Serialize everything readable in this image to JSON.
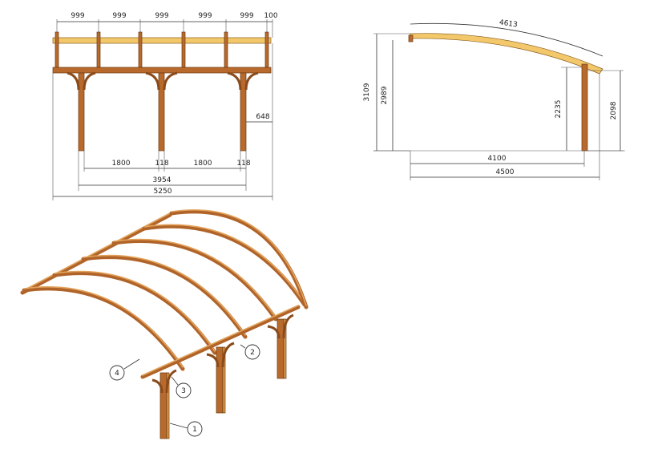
{
  "front_view": {
    "top_dims": [
      "999",
      "999",
      "999",
      "999",
      "999",
      "100"
    ],
    "side_dim": "648",
    "bottom_dims": [
      "1800",
      "118",
      "1800",
      "118"
    ],
    "overall_inner": "3954",
    "overall_total": "5250"
  },
  "side_view": {
    "arc_length": "4613",
    "height_outer": "3109",
    "height_inner": "2989",
    "post_height": "2235",
    "post_outer": "2098",
    "depth_inner": "4100",
    "depth_total": "4500"
  },
  "iso_view": {
    "callouts": [
      "1",
      "2",
      "3",
      "4"
    ]
  },
  "colors": {
    "wood": "#b86a2c",
    "wood_top": "#f2c86a",
    "line": "#333333"
  }
}
